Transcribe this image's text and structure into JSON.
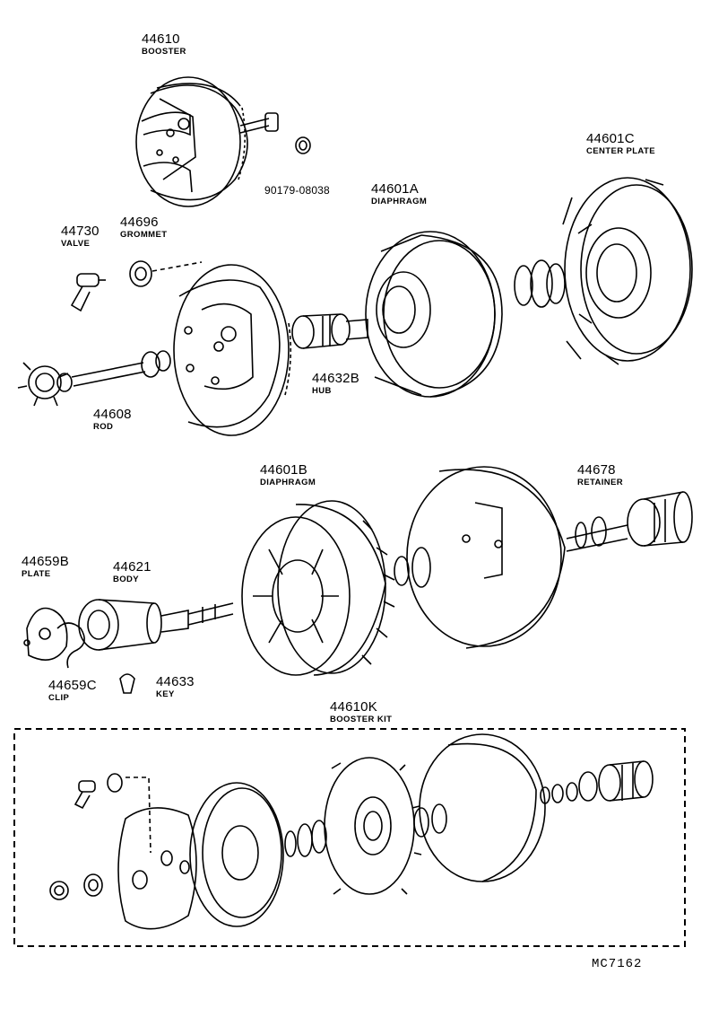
{
  "parts": [
    {
      "id": "booster",
      "number": "44610",
      "name": "BOOSTER"
    },
    {
      "id": "nut",
      "number": "90179-08038",
      "name": ""
    },
    {
      "id": "diaphragm-a",
      "number": "44601A",
      "name": "DIAPHRAGM"
    },
    {
      "id": "center-plate",
      "number": "44601C",
      "name": "CENTER PLATE"
    },
    {
      "id": "valve",
      "number": "44730",
      "name": "VALVE"
    },
    {
      "id": "grommet",
      "number": "44696",
      "name": "GROMMET"
    },
    {
      "id": "hub",
      "number": "44632B",
      "name": "HUB"
    },
    {
      "id": "rod",
      "number": "44608",
      "name": "ROD"
    },
    {
      "id": "diaphragm-b",
      "number": "44601B",
      "name": "DIAPHRAGM"
    },
    {
      "id": "retainer",
      "number": "44678",
      "name": "RETAINER"
    },
    {
      "id": "plate",
      "number": "44659B",
      "name": "PLATE"
    },
    {
      "id": "body",
      "number": "44621",
      "name": "BODY"
    },
    {
      "id": "clip",
      "number": "44659C",
      "name": "CLIP"
    },
    {
      "id": "key",
      "number": "44633",
      "name": "KEY"
    },
    {
      "id": "booster-kit",
      "number": "44610K",
      "name": "BOOSTER KIT"
    }
  ],
  "drawing_code": "MC7162"
}
